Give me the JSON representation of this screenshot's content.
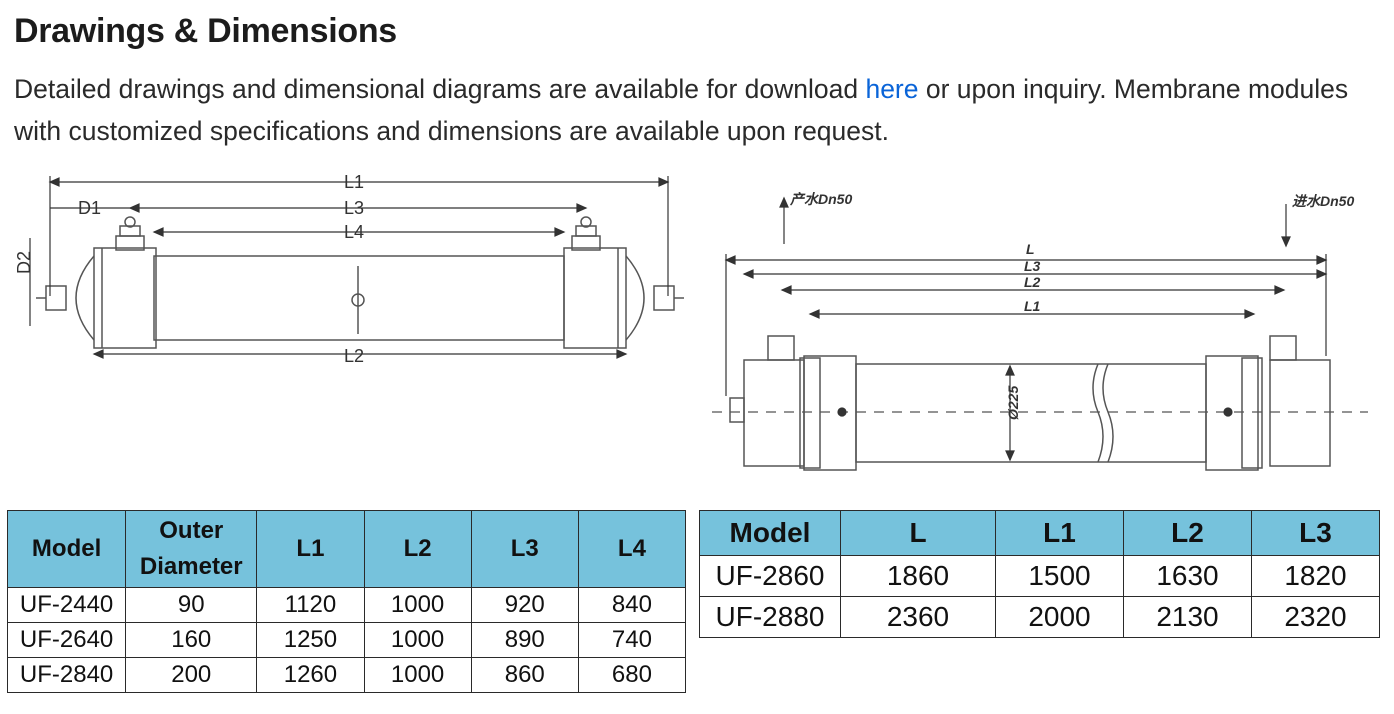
{
  "section": {
    "title": "Drawings & Dimensions",
    "intro_before": "Detailed drawings and dimensional diagrams are available for download ",
    "intro_link": "here",
    "intro_after": " or upon inquiry. Membrane modules with customized specifications and dimensions are available upon request."
  },
  "diagram_left": {
    "labels": {
      "l1": "L1",
      "l3": "L3",
      "l4": "L4",
      "l2": "L2",
      "d1": "D1",
      "d2": "D2"
    }
  },
  "diagram_right": {
    "labels": {
      "outlet": "产水Dn50",
      "inlet": "进水Dn50",
      "l": "L",
      "l3": "L3",
      "l2": "L2",
      "l1": "L1",
      "diameter": "Ø225"
    }
  },
  "table_left": {
    "headers": [
      "Model",
      "Outer Diameter",
      "L1",
      "L2",
      "L3",
      "L4"
    ],
    "rows": [
      [
        "UF-2440",
        "90",
        "1120",
        "1000",
        "920",
        "840"
      ],
      [
        "UF-2640",
        "160",
        "1250",
        "1000",
        "890",
        "740"
      ],
      [
        "UF-2840",
        "200",
        "1260",
        "1000",
        "860",
        "680"
      ]
    ]
  },
  "table_right": {
    "headers": [
      "Model",
      "L",
      "L1",
      "L2",
      "L3"
    ],
    "rows": [
      [
        "UF-2860",
        "1860",
        "1500",
        "1630",
        "1820"
      ],
      [
        "UF-2880",
        "2360",
        "2000",
        "2130",
        "2320"
      ]
    ]
  },
  "colors": {
    "header_bg": "#76c2dc",
    "link": "#0a64d8",
    "border": "#2a2a2a"
  }
}
